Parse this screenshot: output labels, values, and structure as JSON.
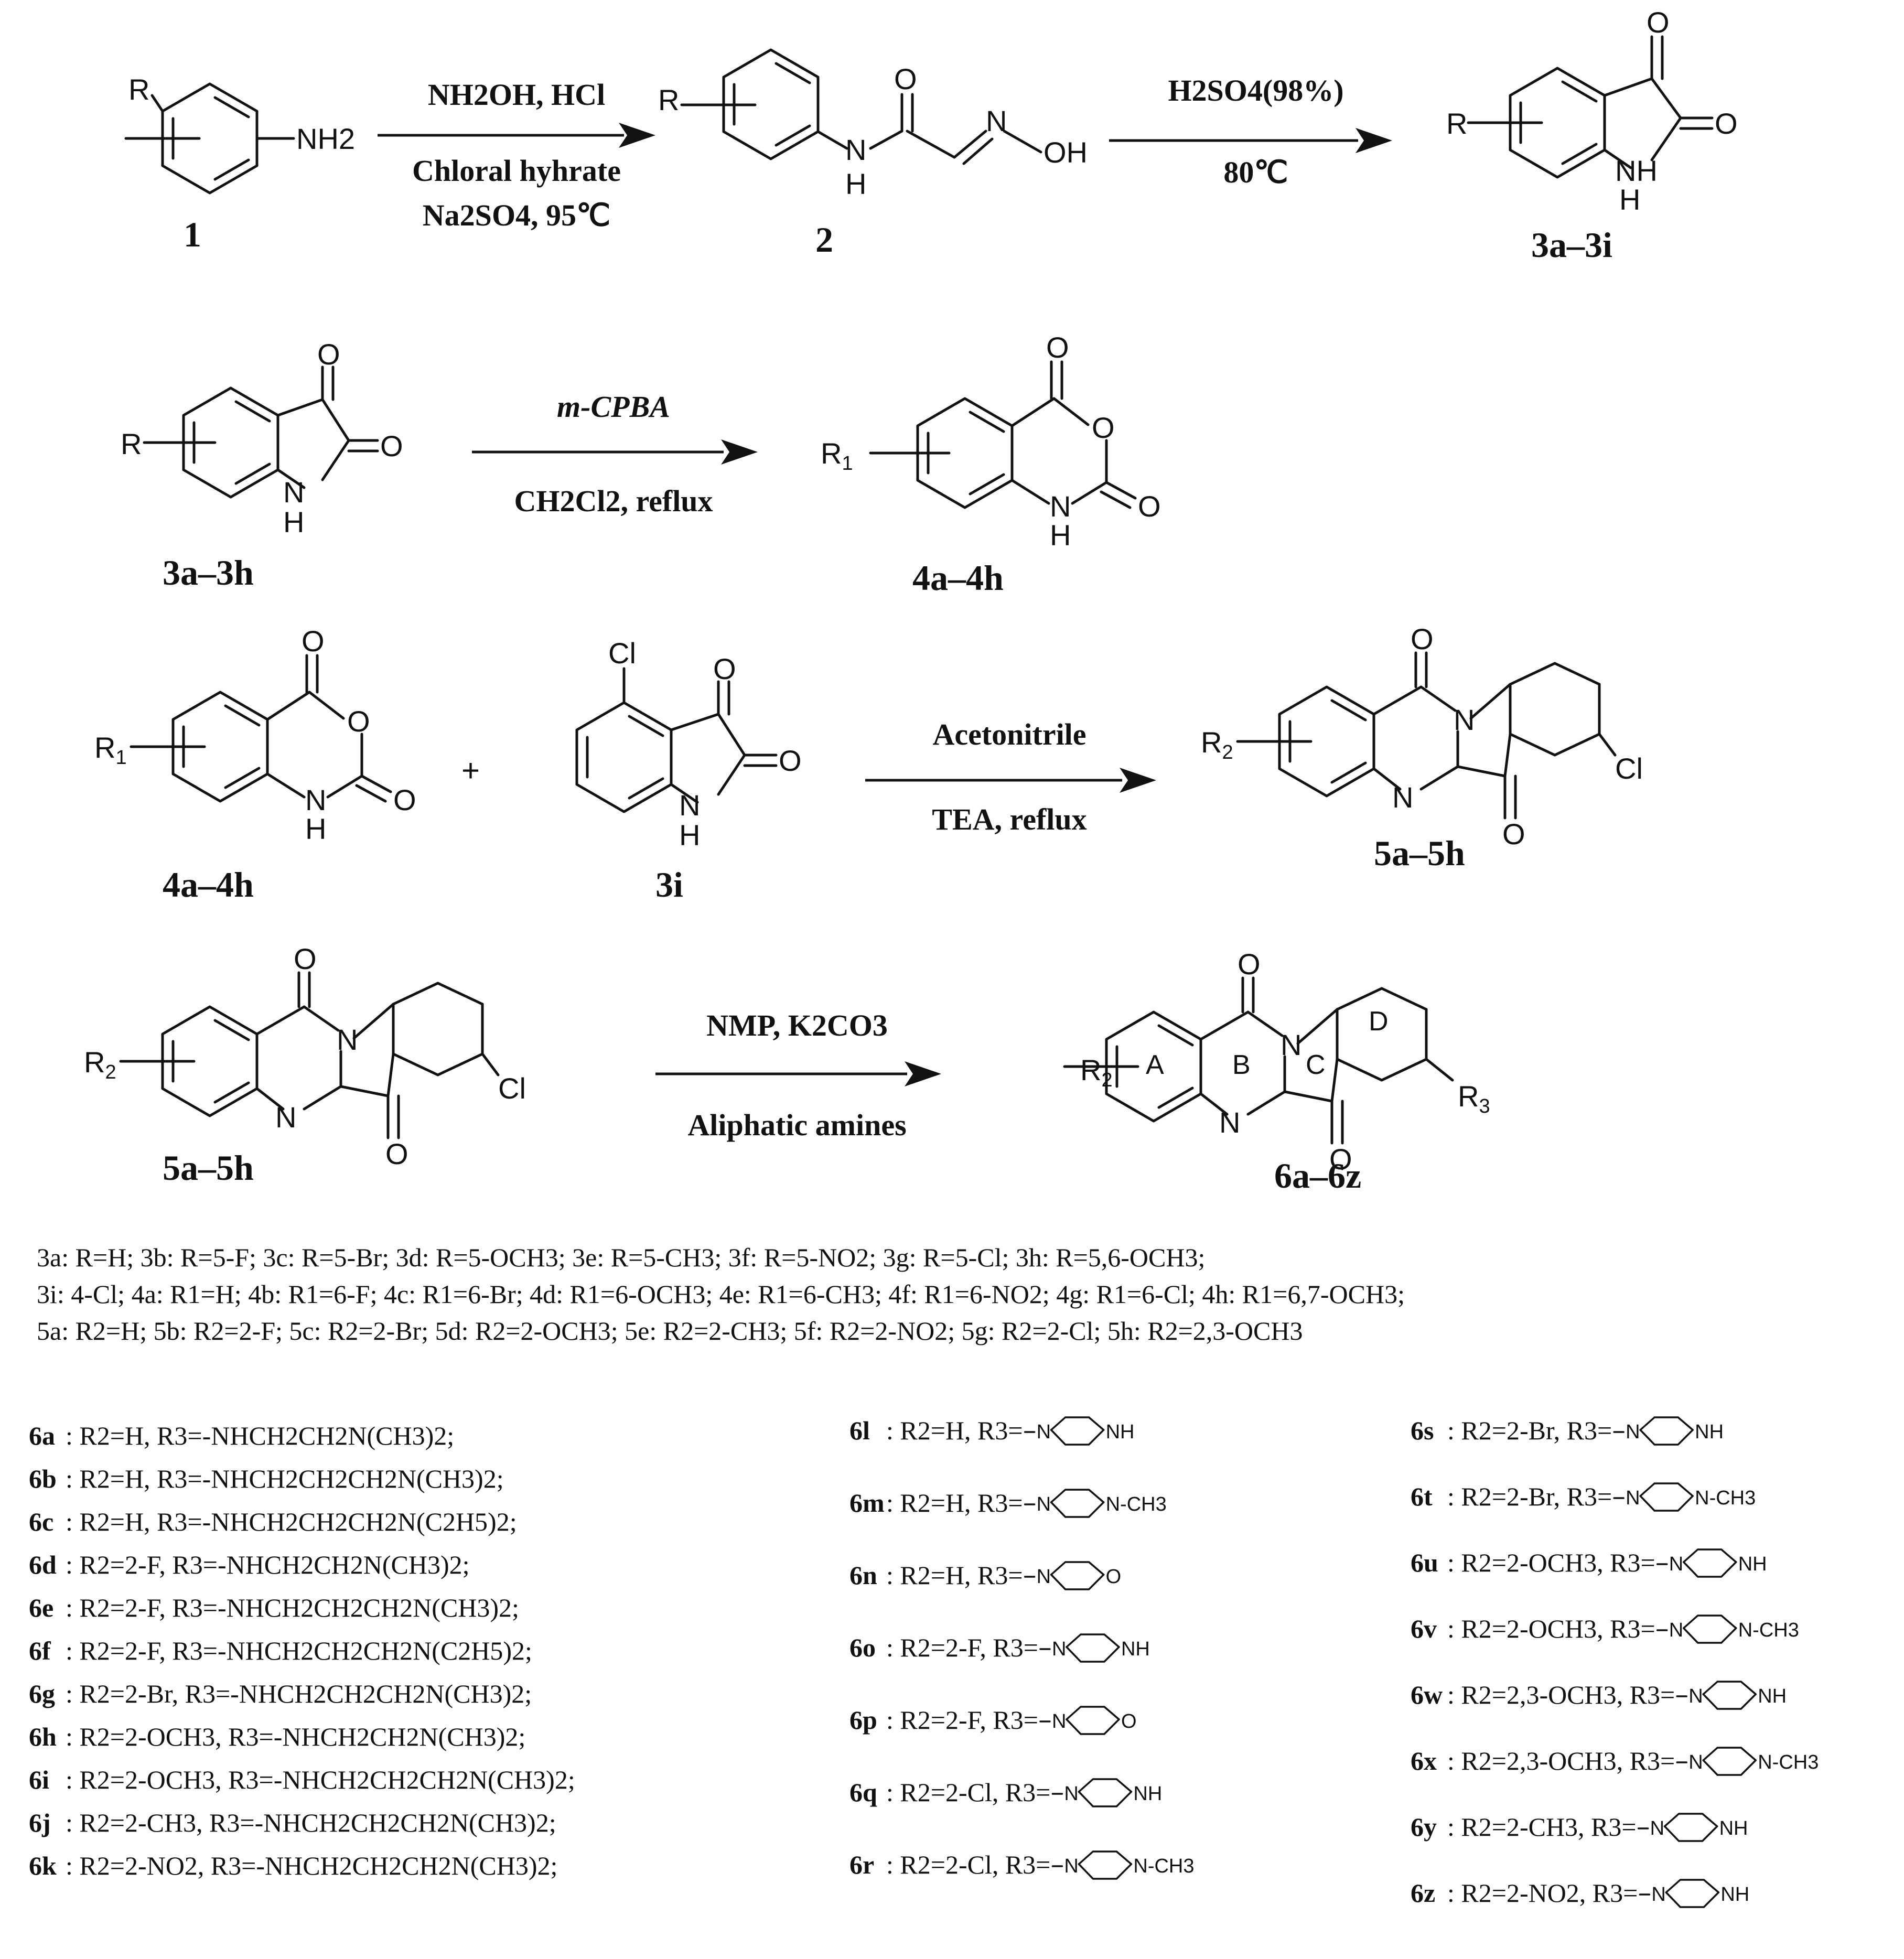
{
  "compounds": {
    "c1": "1",
    "c2": "2",
    "c3a3i": "3a–3i",
    "c3a3h": "3a–3h",
    "c4a4h": "4a–4h",
    "c4a4h_b": "4a–4h",
    "c3i": "3i",
    "c5a5h": "5a–5h",
    "c5a5h_b": "5a–5h",
    "c6a6z": "6a–6z"
  },
  "conditions": {
    "step1_top": "NH2OH, HCl",
    "step1_mid": "Chloral hyhrate",
    "step1_bot": "Na2SO4, 95℃",
    "step2_top": "H2SO4(98%)",
    "step2_bot": "80℃",
    "step3_top": "m-CPBA",
    "step3_bot": "CH2Cl2, reflux",
    "step4_top": "Acetonitrile",
    "step4_bot": "TEA, reflux",
    "step5_top": "NMP, K2CO3",
    "step5_bot": "Aliphatic amines"
  },
  "atoms": {
    "R": "R",
    "NH2": "NH2",
    "H": "H",
    "N": "N",
    "O": "O",
    "OH": "OH",
    "NH": "NH",
    "R1": "R1",
    "R2": "R2",
    "R3": "R3",
    "Cl": "Cl",
    "plus": "+"
  },
  "ring_labels": {
    "A": "A",
    "B": "B",
    "C": "C",
    "D": "D"
  },
  "legend_lines": [
    "3a: R=H; 3b: R=5-F; 3c: R=5-Br; 3d: R=5-OCH3; 3e: R=5-CH3; 3f: R=5-NO2; 3g: R=5-Cl; 3h: R=5,6-OCH3;",
    "3i: 4-Cl; 4a: R1=H; 4b: R1=6-F; 4c: R1=6-Br; 4d: R1=6-OCH3; 4e: R1=6-CH3; 4f: R1=6-NO2; 4g: R1=6-Cl; 4h: R1=6,7-OCH3;",
    "5a: R2=H; 5b: R2=2-F; 5c: R2=2-Br; 5d: R2=2-OCH3; 5e: R2=2-CH3; 5f: R2=2-NO2; 5g: R2=2-Cl; 5h: R2=2,3-OCH3"
  ],
  "col1": [
    {
      "id": "6a",
      "text": "R2=H, R3=-NHCH2CH2N(CH3)2;"
    },
    {
      "id": "6b",
      "text": "R2=H, R3=-NHCH2CH2CH2N(CH3)2;"
    },
    {
      "id": "6c",
      "text": "R2=H, R3=-NHCH2CH2CH2N(C2H5)2;"
    },
    {
      "id": "6d",
      "text": "R2=2-F, R3=-NHCH2CH2N(CH3)2;"
    },
    {
      "id": "6e",
      "text": "R2=2-F, R3=-NHCH2CH2CH2N(CH3)2;"
    },
    {
      "id": "6f",
      "text": "R2=2-F, R3=-NHCH2CH2CH2N(C2H5)2;"
    },
    {
      "id": "6g",
      "text": "R2=2-Br, R3=-NHCH2CH2CH2N(CH3)2;"
    },
    {
      "id": "6h",
      "text": "R2=2-OCH3, R3=-NHCH2CH2N(CH3)2;"
    },
    {
      "id": "6i",
      "text": "R2=2-OCH3, R3=-NHCH2CH2CH2N(CH3)2;"
    },
    {
      "id": "6j",
      "text": "R2=2-CH3, R3=-NHCH2CH2CH2N(CH3)2;"
    },
    {
      "id": "6k",
      "text": "R2=2-NO2, R3=-NHCH2CH2CH2N(CH3)2;"
    }
  ],
  "col2": [
    {
      "id": "6l",
      "text": "R2=H, R3=",
      "amine": "piperazine"
    },
    {
      "id": "6m",
      "text": "R2=H, R3=",
      "amine": "methylpiperazine"
    },
    {
      "id": "6n",
      "text": "R2=H, R3=",
      "amine": "morpholine"
    },
    {
      "id": "6o",
      "text": "R2=2-F, R3=",
      "amine": "piperazine"
    },
    {
      "id": "6p",
      "text": "R2=2-F, R3=",
      "amine": "morpholine"
    },
    {
      "id": "6q",
      "text": "R2=2-Cl, R3=",
      "amine": "piperazine"
    },
    {
      "id": "6r",
      "text": "R2=2-Cl, R3=",
      "amine": "methylpiperazine"
    }
  ],
  "col3": [
    {
      "id": "6s",
      "text": "R2=2-Br, R3=",
      "amine": "piperazine"
    },
    {
      "id": "6t",
      "text": "R2=2-Br, R3=",
      "amine": "methylpiperazine"
    },
    {
      "id": "6u",
      "text": "R2=2-OCH3, R3=",
      "amine": "piperazine"
    },
    {
      "id": "6v",
      "text": "R2=2-OCH3, R3=",
      "amine": "methylpiperazine"
    },
    {
      "id": "6w",
      "text": "R2=2,3-OCH3, R3=",
      "amine": "piperazine"
    },
    {
      "id": "6x",
      "text": "R2=2,3-OCH3, R3=",
      "amine": "methylpiperazine"
    },
    {
      "id": "6y",
      "text": "R2=2-CH3, R3=",
      "amine": "piperazine"
    },
    {
      "id": "6z",
      "text": "R2=2-NO2, R3=",
      "amine": "piperazine"
    }
  ],
  "amine_labels": {
    "N": "N",
    "NH": "NH",
    "O": "O",
    "NCH3": "N-CH3"
  }
}
